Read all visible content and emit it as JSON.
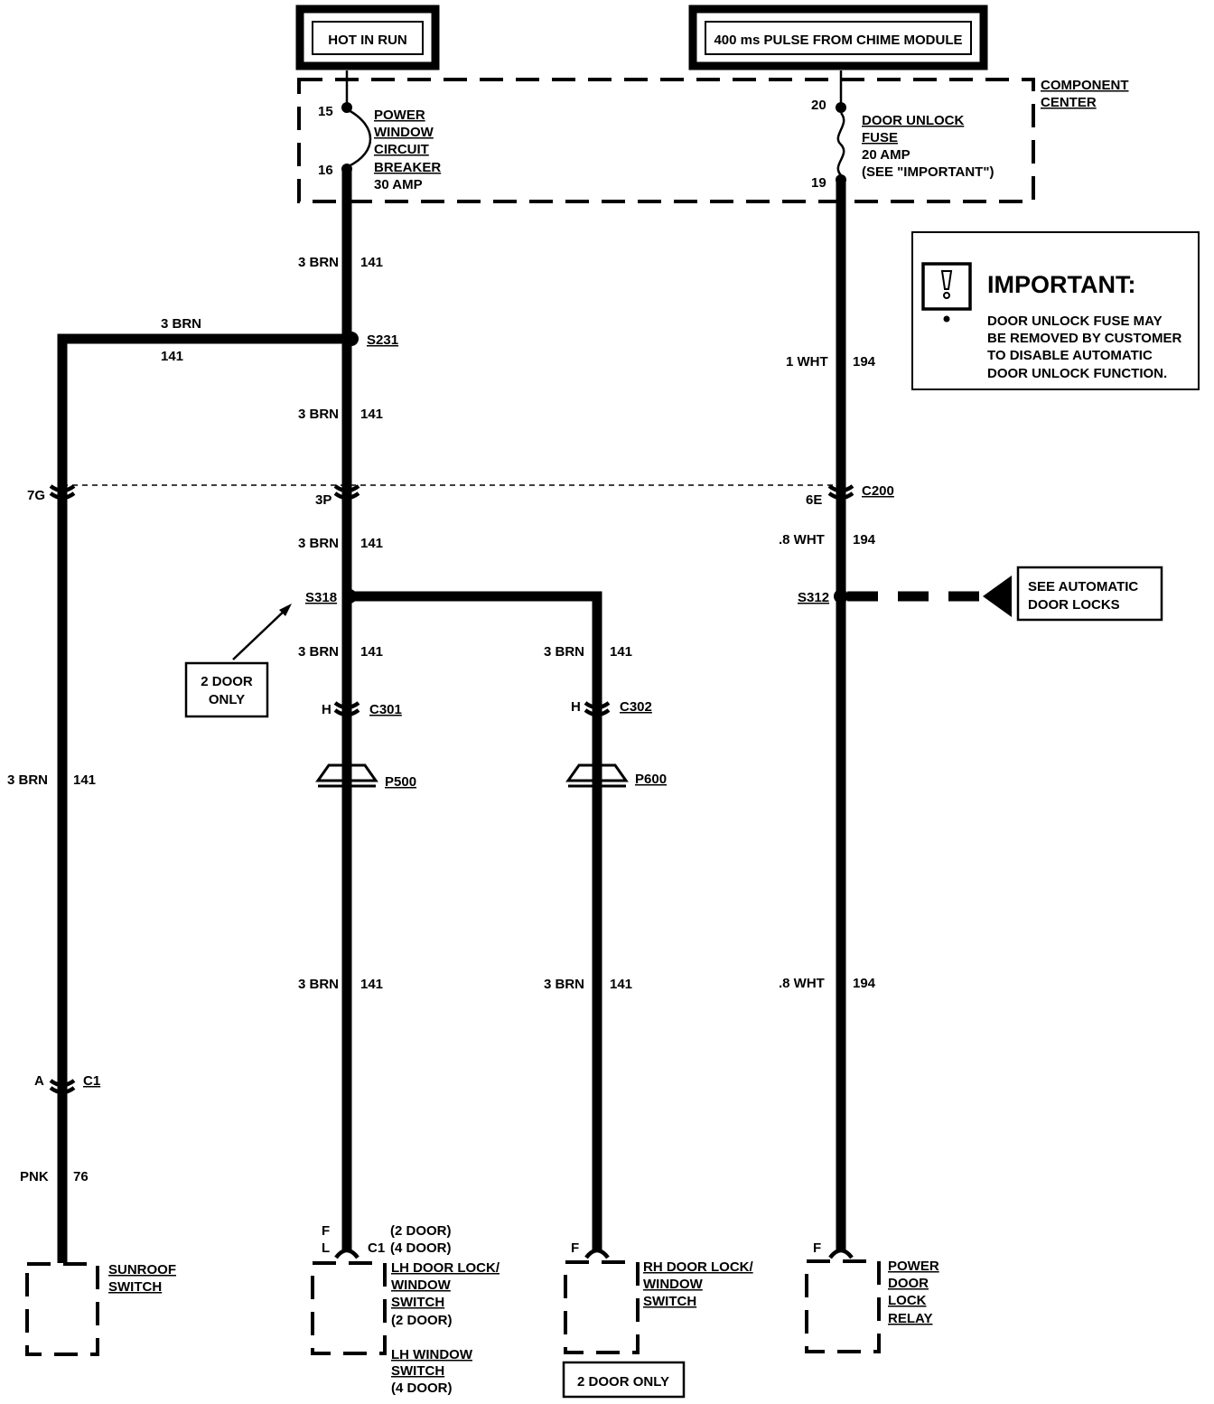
{
  "header": {
    "hot_in_run": "HOT IN RUN",
    "pulse": "400 ms PULSE FROM CHIME MODULE"
  },
  "component_center": {
    "title_line1": "COMPONENT",
    "title_line2": "CENTER",
    "breaker": {
      "pin_top": "15",
      "pin_bottom": "16",
      "line1": "POWER",
      "line2": "WINDOW",
      "line3": "CIRCUIT",
      "line4": "BREAKER",
      "rating": "30 AMP"
    },
    "fuse": {
      "pin_top": "20",
      "pin_bottom": "19",
      "line1": "DOOR UNLOCK",
      "line2": "FUSE",
      "rating": "20 AMP",
      "note": "(SEE \"IMPORTANT\")"
    }
  },
  "important": {
    "icon": "caution-icon",
    "title": "IMPORTANT:",
    "line1": "DOOR UNLOCK FUSE MAY",
    "line2": "BE REMOVED BY CUSTOMER",
    "line3": "TO DISABLE AUTOMATIC",
    "line4": "DOOR UNLOCK FUNCTION."
  },
  "wires": {
    "brn_size": "3 BRN",
    "brn_circuit": "141",
    "wht_size_top": "1 WHT",
    "wht_size": ".8 WHT",
    "wht_circuit": "194",
    "pnk_color": "PNK",
    "pnk_circuit": "76"
  },
  "splices": {
    "s231": "S231",
    "s318": "S318",
    "s312": "S312"
  },
  "connectors": {
    "c200": "C200",
    "c200_pin_left": "7G",
    "c200_pin_mid": "3P",
    "c200_pin_right": "6E",
    "c301": "C301",
    "c301_pin": "H",
    "c302": "C302",
    "c302_pin": "H",
    "c1": "C1",
    "c1_sunroof_pin": "A",
    "pin_f": "F",
    "pin_l": "L",
    "two_door": "(2 DOOR)",
    "four_door": "(4 DOOR)"
  },
  "passthroughs": {
    "p500": "P500",
    "p600": "P600"
  },
  "notes": {
    "two_door_only_1": "2 DOOR",
    "two_door_only_2": "ONLY",
    "two_door_only_box": "2 DOOR ONLY",
    "see_auto_1": "SEE AUTOMATIC",
    "see_auto_2": "DOOR LOCKS"
  },
  "components": {
    "sunroof_1": "SUNROOF",
    "sunroof_2": "SWITCH",
    "lh_1": "LH DOOR LOCK/",
    "lh_2": "WINDOW",
    "lh_3": "SWITCH",
    "lh_4": "(2 DOOR)",
    "lh_win_1": "LH WINDOW",
    "lh_win_2": "SWITCH",
    "lh_win_3": "(4 DOOR)",
    "rh_1": "RH DOOR LOCK/",
    "rh_2": "WINDOW",
    "rh_3": "SWITCH",
    "relay_1": "POWER",
    "relay_2": "DOOR",
    "relay_3": "LOCK",
    "relay_4": "RELAY"
  }
}
